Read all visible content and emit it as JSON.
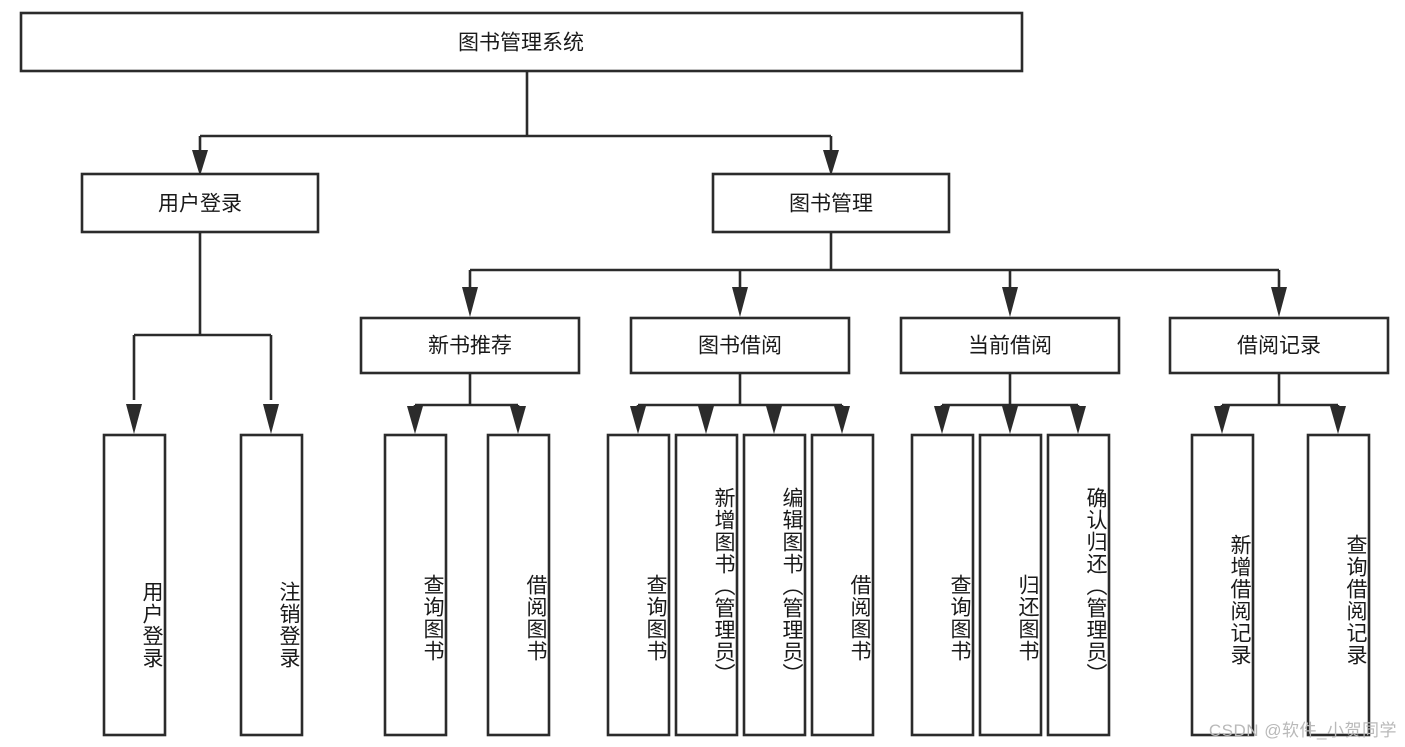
{
  "diagram": {
    "type": "tree",
    "title": "图书管理系统",
    "watermark": "CSDN @软件_小贺同学",
    "colors": {
      "stroke": "#2b2b2b",
      "fill": "#ffffff",
      "text": "#1a1a1a",
      "watermark": "#b9b9b9"
    },
    "levels": {
      "root": {
        "label": "图书管理系统"
      },
      "level2": [
        {
          "label": "用户登录"
        },
        {
          "label": "图书管理"
        }
      ],
      "level3": [
        {
          "label": "新书推荐"
        },
        {
          "label": "图书借阅"
        },
        {
          "label": "当前借阅"
        },
        {
          "label": "借阅记录"
        }
      ]
    },
    "nodes": {
      "root": "图书管理系统",
      "user_login": "用户登录",
      "book_mgmt": "图书管理",
      "new_book_rec": "新书推荐",
      "book_borrow": "图书借阅",
      "current_borrow": "当前借阅",
      "borrow_record": "借阅记录",
      "leaf_user_login": "用户登录",
      "leaf_logout": "注销登录",
      "leaf_query_book_1": "查询图书",
      "leaf_borrow_book_1": "借阅图书",
      "leaf_query_book_2": "查询图书",
      "leaf_add_book": "新增图书（管理员）",
      "leaf_edit_book": "编辑图书（管理员）",
      "leaf_borrow_book_2": "借阅图书",
      "leaf_query_book_3": "查询图书",
      "leaf_return_book": "归还图书",
      "leaf_confirm_return": "确认归还（管理员）",
      "leaf_add_record": "新增借阅记录",
      "leaf_query_record": "查询借阅记录"
    }
  }
}
